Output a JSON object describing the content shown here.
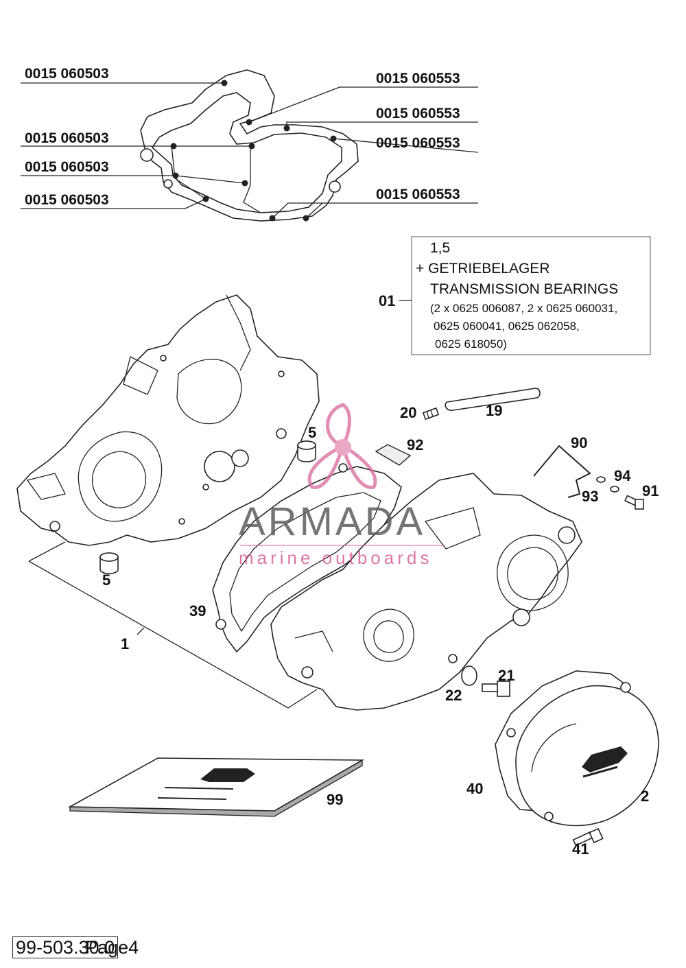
{
  "gasket_labels_left": [
    "0015 060503",
    "0015 060503",
    "0015 060503",
    "0015 060503"
  ],
  "gasket_labels_right": [
    "0015 060553",
    "0015 060553",
    "0015 060553",
    "0015 060553"
  ],
  "info_box": {
    "index": "01",
    "lines": [
      "1,5",
      "+ GETRIEBELAGER",
      "TRANSMISSION BEARINGS",
      "(2 x 0625 006087, 2 x 0625 060031,",
      "0625 060041, 0625 062058,",
      "0625 618050)"
    ]
  },
  "part_numbers": {
    "p1": "1",
    "p2": "2",
    "p5a": "5",
    "p5b": "5",
    "p19": "19",
    "p20": "20",
    "p21": "21",
    "p22": "22",
    "p39": "39",
    "p40": "40",
    "p41": "41",
    "p90": "90",
    "p91": "91",
    "p92": "92",
    "p93": "93",
    "p94": "94",
    "p99": "99"
  },
  "watermark": {
    "brand": "ARMADA",
    "tagline": "marine outboards"
  },
  "footer": {
    "code": "99-503.30.0",
    "page": "Page4"
  }
}
